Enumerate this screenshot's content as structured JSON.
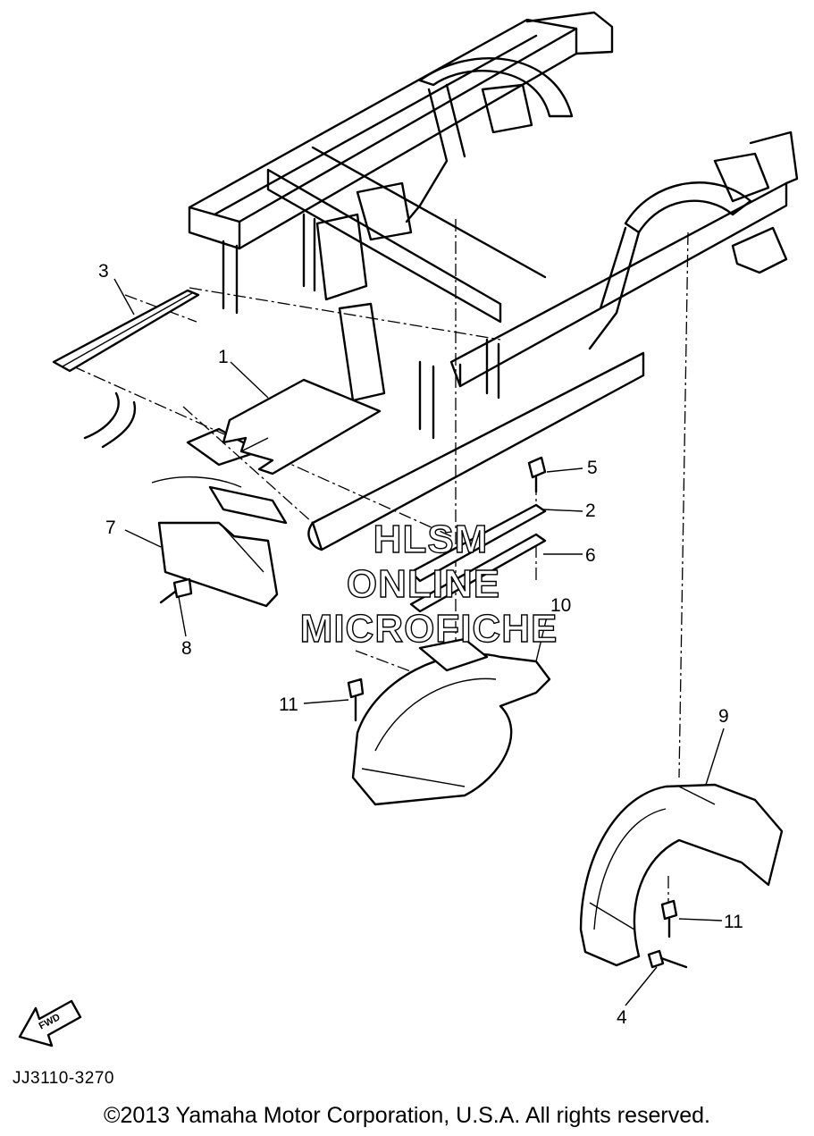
{
  "diagram": {
    "code": "JJ3110-3270",
    "copyright": "©2013 Yamaha Motor Corporation, U.S.A. All rights reserved.",
    "watermark": [
      "HLSM",
      "ONLINE",
      "MICROFICHE"
    ],
    "fwd_label": "FWD",
    "callouts": {
      "c1": "1",
      "c2": "2",
      "c3": "3",
      "c4": "4",
      "c5": "5",
      "c6": "6",
      "c7": "7",
      "c8": "8",
      "c9": "9",
      "c10": "10",
      "c11a": "11",
      "c11b": "11"
    }
  }
}
